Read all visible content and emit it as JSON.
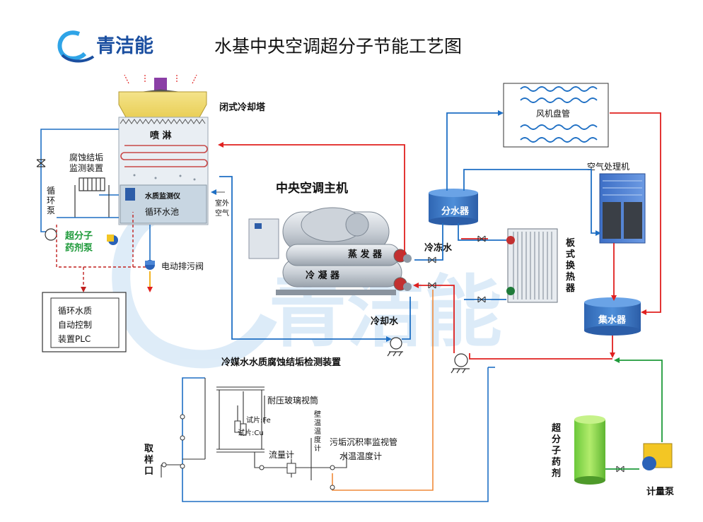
{
  "logo": {
    "text": "青洁能"
  },
  "title": "水基中央空调超分子节能工艺图",
  "watermark": "青洁能",
  "labels": {
    "closed_tower": "闭式冷却塔",
    "spray": "喷 淋",
    "corrosion_monitor": [
      "腐蚀结垢",
      "监测装置"
    ],
    "circ_pump": [
      "循",
      "环",
      "泵"
    ],
    "water_monitor": "水质监测仪",
    "circ_pool": "循环水池",
    "outdoor_air": [
      "室外",
      "空气"
    ],
    "supra_pump": [
      "超分子",
      "药剂泵"
    ],
    "drain_valve": "电动排污阀",
    "plc": [
      "循环水质",
      "自动控制",
      "装置PLC"
    ],
    "chiller": "中央空调主机",
    "evaporator": "蒸 发 器",
    "condenser": "冷 凝 器",
    "cooling_water": "冷却水",
    "refrig_monitor": "冷媒水水质腐蚀结垢检测装置",
    "fan_coil": "风机盘管",
    "ahu": "空气处理机",
    "distributor": "分水器",
    "chilled_water": "冷冻水",
    "plate_hx": [
      "板",
      "式",
      "换",
      "热",
      "器"
    ],
    "collector": "集水器",
    "glass_tube": "耐压玻璃视筒",
    "coupon_fe": "试片:Fe",
    "coupon_cu": "试片:Cu",
    "wall_temp": [
      "壁",
      "温",
      "温",
      "度",
      "计"
    ],
    "fouling_tube": "污垢沉积率监视管",
    "flow_meter": "流量计",
    "water_temp": "水温温度计",
    "sample_port": [
      "取",
      "样",
      "口"
    ],
    "supra_agent": [
      "超",
      "分",
      "子",
      "药",
      "剂"
    ],
    "dosing_pump": "计量泵"
  },
  "colors": {
    "blue": "#1e6fc4",
    "red": "#e0201f",
    "green": "#1e9a3a",
    "orange": "#f08a3a",
    "logo_blue": "#1b4fa0",
    "logo_light": "#2fa4e7"
  }
}
